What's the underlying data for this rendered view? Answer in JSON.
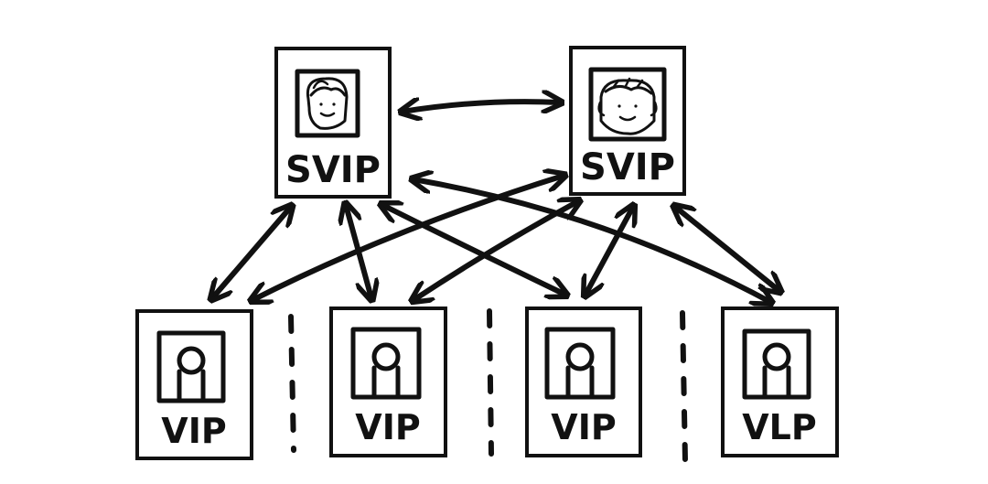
{
  "diagram": {
    "top_nodes": [
      {
        "id": "svip-left",
        "label": "SVIP",
        "portrait": "face-icon"
      },
      {
        "id": "svip-right",
        "label": "SVIP",
        "portrait": "face-with-hair-icon"
      }
    ],
    "bottom_nodes": [
      {
        "id": "vip-1",
        "label": "VIP",
        "portrait": "person-icon"
      },
      {
        "id": "vip-2",
        "label": "VIP",
        "portrait": "person-icon"
      },
      {
        "id": "vip-3",
        "label": "VIP",
        "portrait": "person-icon"
      },
      {
        "id": "vip-4",
        "label": "VLP",
        "portrait": "person-icon"
      }
    ],
    "connections": [
      {
        "from": "svip-left",
        "to": "svip-right",
        "direction": "bidirectional"
      },
      {
        "from": "svip-left",
        "to": "vip-1",
        "direction": "bidirectional"
      },
      {
        "from": "svip-left",
        "to": "vip-2",
        "direction": "bidirectional"
      },
      {
        "from": "svip-left",
        "to": "vip-3",
        "direction": "bidirectional"
      },
      {
        "from": "svip-left",
        "to": "vip-4",
        "direction": "bidirectional"
      },
      {
        "from": "svip-right",
        "to": "vip-1",
        "direction": "bidirectional"
      },
      {
        "from": "svip-right",
        "to": "vip-2",
        "direction": "bidirectional"
      },
      {
        "from": "svip-right",
        "to": "vip-3",
        "direction": "bidirectional"
      },
      {
        "from": "svip-right",
        "to": "vip-4",
        "direction": "bidirectional"
      }
    ],
    "separators": "dashed-vertical",
    "colors": {
      "ink": "#111111",
      "background": "#ffffff"
    }
  }
}
